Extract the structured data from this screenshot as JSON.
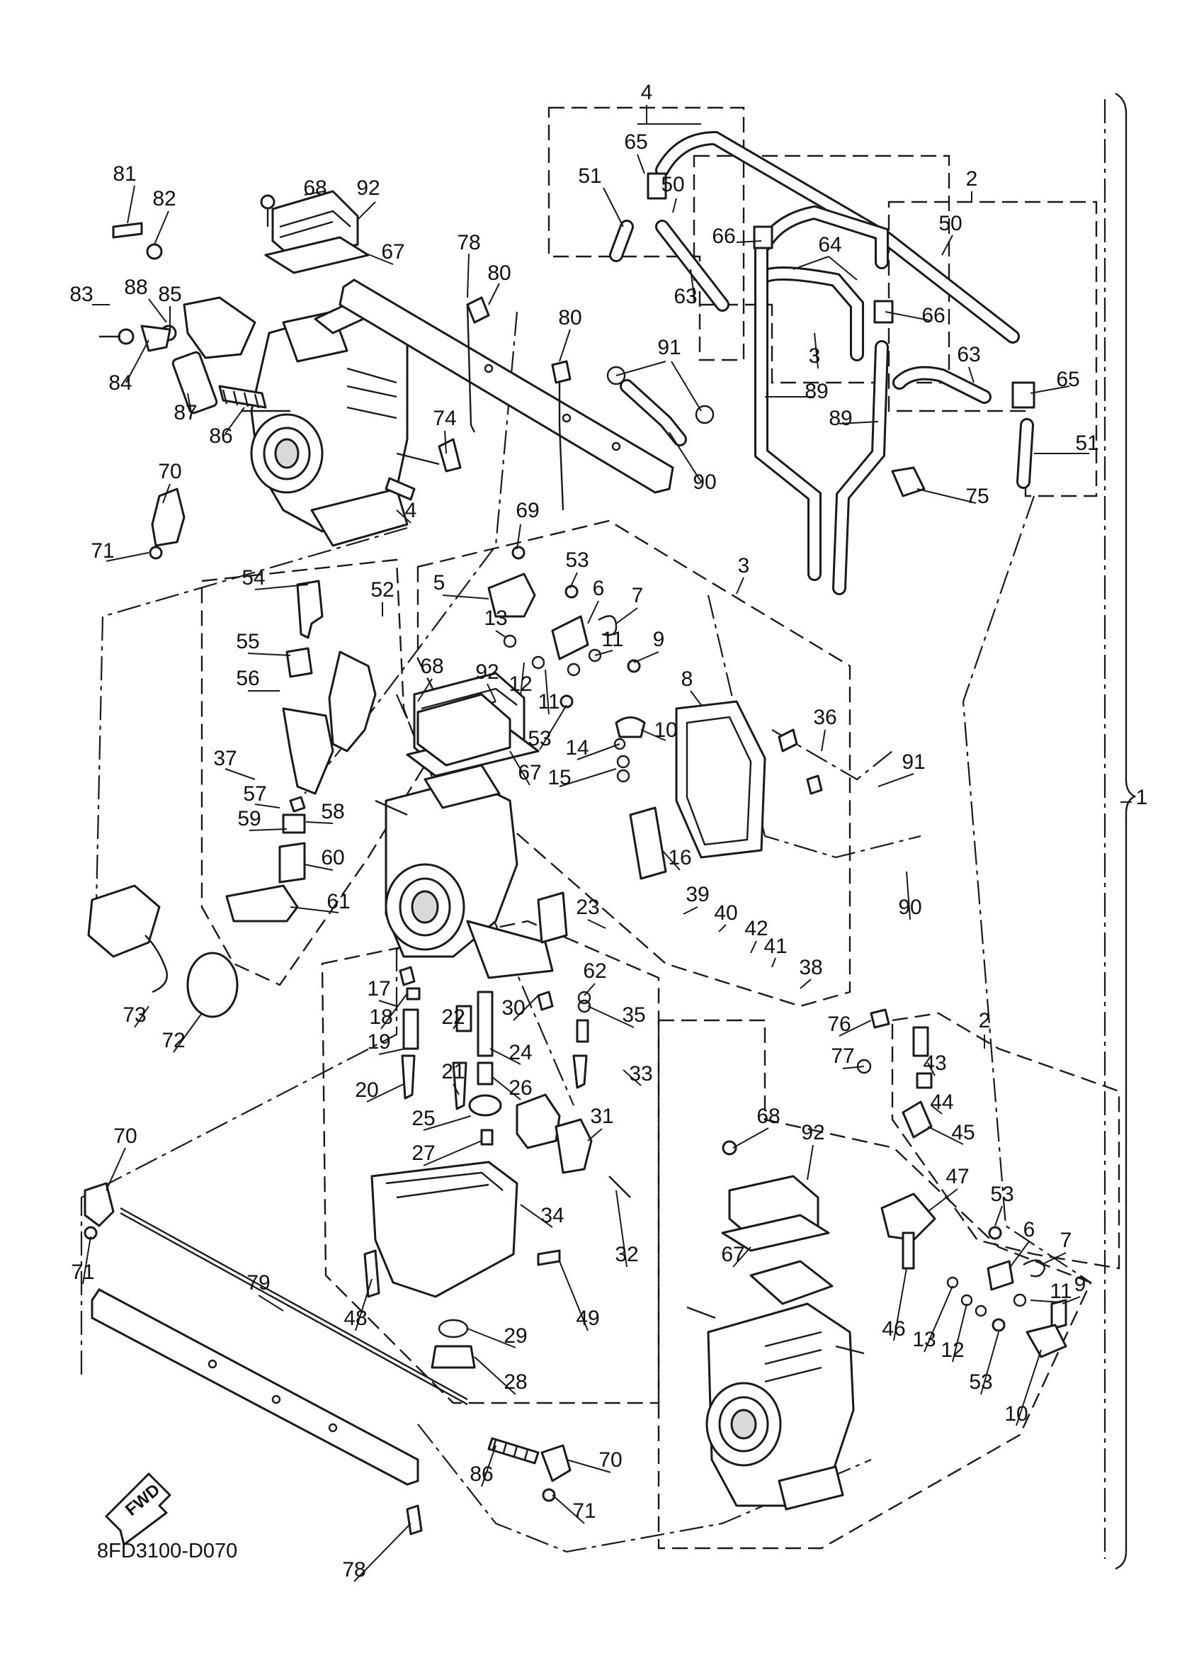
{
  "diagram": {
    "drawing_code": "8FD3100-D070",
    "direction_badge": "FWD",
    "colors": {
      "ink": "#1a1a1a",
      "paper": "#ffffff",
      "shade": "#d9d9d9"
    },
    "callouts": [
      {
        "id": "c4-top",
        "text": "4"
      },
      {
        "id": "c2-top",
        "text": "2"
      },
      {
        "id": "c1",
        "text": "1"
      },
      {
        "id": "c3-hose",
        "text": "3"
      },
      {
        "id": "c3-mid",
        "text": "3"
      },
      {
        "id": "c2-low",
        "text": "2"
      },
      {
        "id": "c81",
        "text": "81"
      },
      {
        "id": "c82",
        "text": "82"
      },
      {
        "id": "c68a",
        "text": "68"
      },
      {
        "id": "c92a",
        "text": "92"
      },
      {
        "id": "c67a",
        "text": "67"
      },
      {
        "id": "c78a",
        "text": "78"
      },
      {
        "id": "c80a",
        "text": "80"
      },
      {
        "id": "c83",
        "text": "83"
      },
      {
        "id": "c88",
        "text": "88"
      },
      {
        "id": "c85",
        "text": "85"
      },
      {
        "id": "c84",
        "text": "84"
      },
      {
        "id": "c87",
        "text": "87"
      },
      {
        "id": "c86a",
        "text": "86"
      },
      {
        "id": "c74",
        "text": "74"
      },
      {
        "id": "c70a",
        "text": "70"
      },
      {
        "id": "c4b",
        "text": "4"
      },
      {
        "id": "c71a",
        "text": "71"
      },
      {
        "id": "c80b",
        "text": "80"
      },
      {
        "id": "c91a",
        "text": "91"
      },
      {
        "id": "c90a",
        "text": "90"
      },
      {
        "id": "c65a",
        "text": "65"
      },
      {
        "id": "c51a",
        "text": "51"
      },
      {
        "id": "c50a",
        "text": "50"
      },
      {
        "id": "c66a",
        "text": "66"
      },
      {
        "id": "c63a",
        "text": "63"
      },
      {
        "id": "c64",
        "text": "64"
      },
      {
        "id": "c66b",
        "text": "66"
      },
      {
        "id": "c89a",
        "text": "89"
      },
      {
        "id": "c89b",
        "text": "89"
      },
      {
        "id": "c50b",
        "text": "50"
      },
      {
        "id": "c63b",
        "text": "63"
      },
      {
        "id": "c65b",
        "text": "65"
      },
      {
        "id": "c51b",
        "text": "51"
      },
      {
        "id": "c75",
        "text": "75"
      },
      {
        "id": "c69",
        "text": "69"
      },
      {
        "id": "c5",
        "text": "5"
      },
      {
        "id": "c53a",
        "text": "53"
      },
      {
        "id": "c6a",
        "text": "6"
      },
      {
        "id": "c7a",
        "text": "7"
      },
      {
        "id": "c13a",
        "text": "13"
      },
      {
        "id": "c11a",
        "text": "11"
      },
      {
        "id": "c9a",
        "text": "9"
      },
      {
        "id": "c12a",
        "text": "12"
      },
      {
        "id": "c11b",
        "text": "11"
      },
      {
        "id": "c8",
        "text": "8"
      },
      {
        "id": "c10a",
        "text": "10"
      },
      {
        "id": "c53b",
        "text": "53"
      },
      {
        "id": "c14",
        "text": "14"
      },
      {
        "id": "c36",
        "text": "36"
      },
      {
        "id": "c15",
        "text": "15"
      },
      {
        "id": "c16",
        "text": "16"
      },
      {
        "id": "c54",
        "text": "54"
      },
      {
        "id": "c52",
        "text": "52"
      },
      {
        "id": "c55",
        "text": "55"
      },
      {
        "id": "c68b",
        "text": "68"
      },
      {
        "id": "c92b",
        "text": "92"
      },
      {
        "id": "c56",
        "text": "56"
      },
      {
        "id": "c37",
        "text": "37"
      },
      {
        "id": "c67b",
        "text": "67"
      },
      {
        "id": "c57",
        "text": "57"
      },
      {
        "id": "c58",
        "text": "58"
      },
      {
        "id": "c59",
        "text": "59"
      },
      {
        "id": "c60",
        "text": "60"
      },
      {
        "id": "c61",
        "text": "61"
      },
      {
        "id": "c91b",
        "text": "91"
      },
      {
        "id": "c90b",
        "text": "90"
      },
      {
        "id": "c39",
        "text": "39"
      },
      {
        "id": "c40",
        "text": "40"
      },
      {
        "id": "c23",
        "text": "23"
      },
      {
        "id": "c42",
        "text": "42"
      },
      {
        "id": "c41",
        "text": "41"
      },
      {
        "id": "c38",
        "text": "38"
      },
      {
        "id": "c62",
        "text": "62"
      },
      {
        "id": "c73",
        "text": "73"
      },
      {
        "id": "c72",
        "text": "72"
      },
      {
        "id": "c17",
        "text": "17"
      },
      {
        "id": "c30",
        "text": "30"
      },
      {
        "id": "c35",
        "text": "35"
      },
      {
        "id": "c18",
        "text": "18"
      },
      {
        "id": "c22",
        "text": "22"
      },
      {
        "id": "c19",
        "text": "19"
      },
      {
        "id": "c24",
        "text": "24"
      },
      {
        "id": "c21",
        "text": "21"
      },
      {
        "id": "c33",
        "text": "33"
      },
      {
        "id": "c20",
        "text": "20"
      },
      {
        "id": "c26",
        "text": "26"
      },
      {
        "id": "c25",
        "text": "25"
      },
      {
        "id": "c31",
        "text": "31"
      },
      {
        "id": "c27",
        "text": "27"
      },
      {
        "id": "c76",
        "text": "76"
      },
      {
        "id": "c43",
        "text": "43"
      },
      {
        "id": "c77",
        "text": "77"
      },
      {
        "id": "c44",
        "text": "44"
      },
      {
        "id": "c45",
        "text": "45"
      },
      {
        "id": "c70b",
        "text": "70"
      },
      {
        "id": "c68c",
        "text": "68"
      },
      {
        "id": "c92c",
        "text": "92"
      },
      {
        "id": "c47",
        "text": "47"
      },
      {
        "id": "c53c",
        "text": "53"
      },
      {
        "id": "c34",
        "text": "34"
      },
      {
        "id": "c32",
        "text": "32"
      },
      {
        "id": "c71b",
        "text": "71"
      },
      {
        "id": "c79",
        "text": "79"
      },
      {
        "id": "c67c",
        "text": "67"
      },
      {
        "id": "c6b",
        "text": "6"
      },
      {
        "id": "c7b",
        "text": "7"
      },
      {
        "id": "c11c",
        "text": "11"
      },
      {
        "id": "c9b",
        "text": "9"
      },
      {
        "id": "c48",
        "text": "48"
      },
      {
        "id": "c49",
        "text": "49"
      },
      {
        "id": "c46",
        "text": "46"
      },
      {
        "id": "c13b",
        "text": "13"
      },
      {
        "id": "c12b",
        "text": "12"
      },
      {
        "id": "c29",
        "text": "29"
      },
      {
        "id": "c53d",
        "text": "53"
      },
      {
        "id": "c10b",
        "text": "10"
      },
      {
        "id": "c28",
        "text": "28"
      },
      {
        "id": "c86b",
        "text": "86"
      },
      {
        "id": "c70c",
        "text": "70"
      },
      {
        "id": "c71c",
        "text": "71"
      },
      {
        "id": "c78b",
        "text": "78"
      }
    ]
  }
}
